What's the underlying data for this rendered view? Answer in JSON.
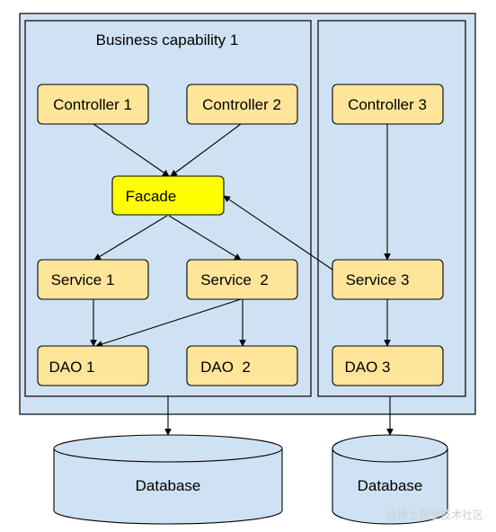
{
  "diagram": {
    "group_title": "Business capability 1",
    "nodes": {
      "controller1": "Controller 1",
      "controller2": "Controller 2",
      "controller3": "Controller 3",
      "facade": "Facade",
      "service1": "Service 1",
      "service2": "Service  2",
      "service3": "Service 3",
      "dao1": "DAO 1",
      "dao2": "DAO  2",
      "dao3": "DAO 3"
    },
    "databases": {
      "left": "Database",
      "right": "Database"
    }
  },
  "watermark": "@稀土掘金技术社区",
  "colors": {
    "container_fill": "#cfe2f3",
    "node_fill": "#ffe599",
    "facade_fill": "#ffff00",
    "stroke": "#000000"
  }
}
